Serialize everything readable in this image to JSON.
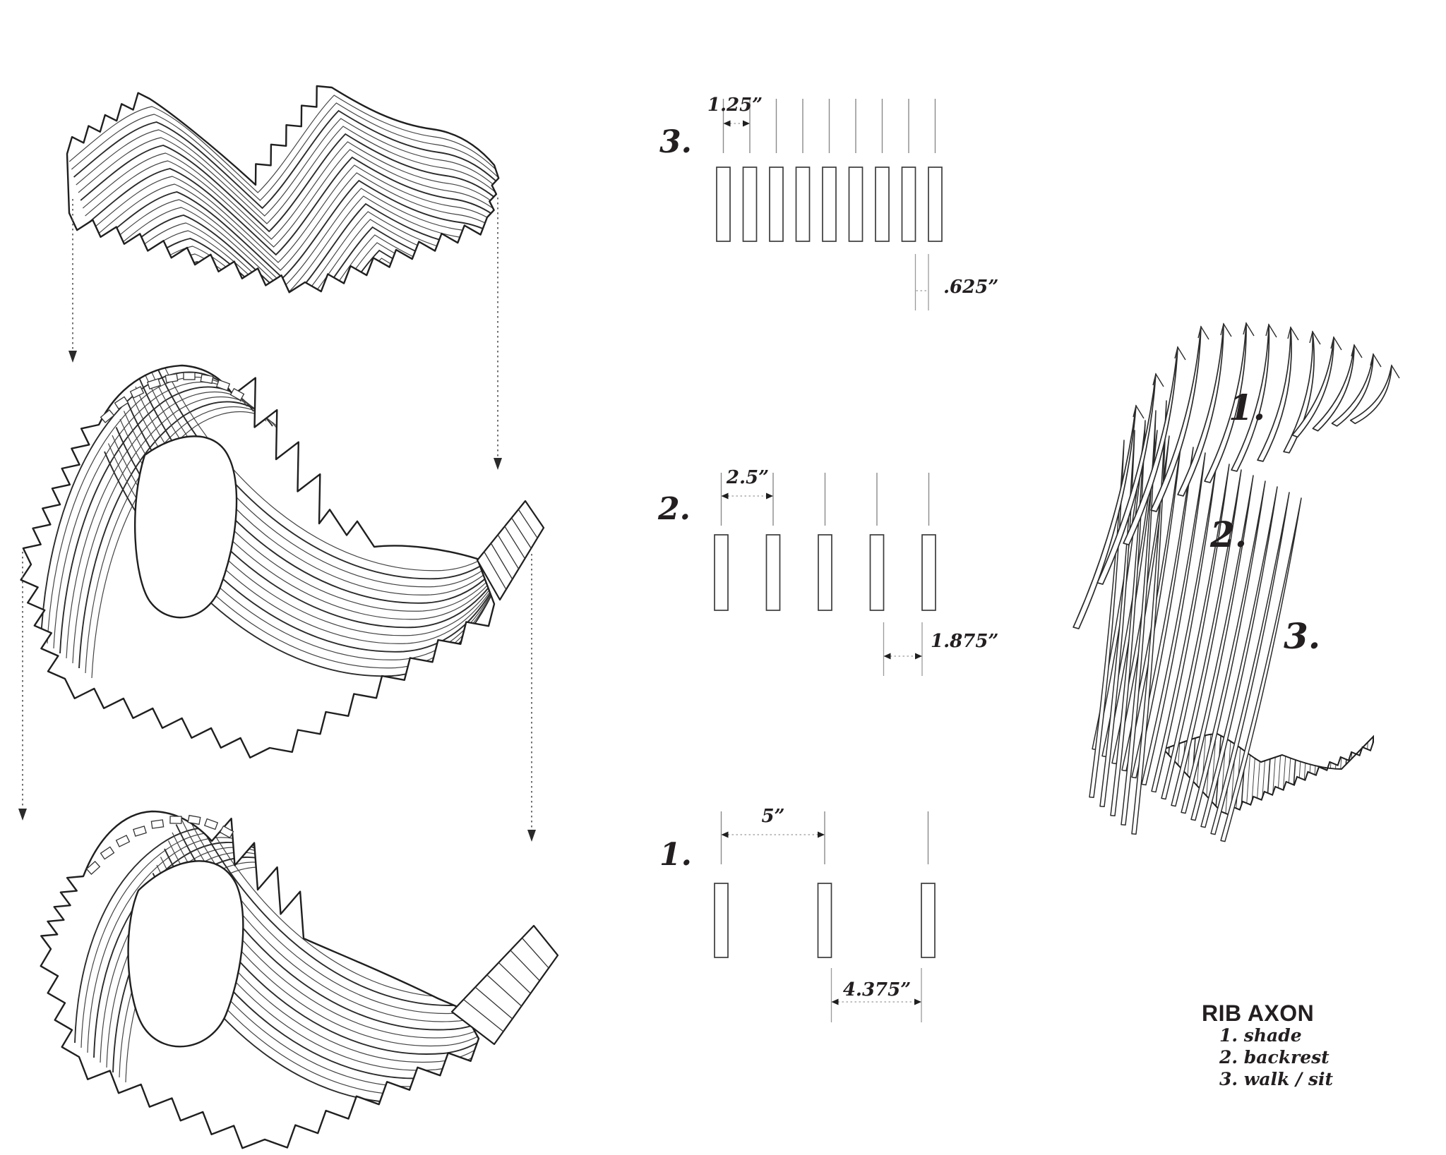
{
  "sheet": {
    "background": "#ffffff",
    "ink": "#231f20",
    "line_gray": "#8a8a8a"
  },
  "spacing_diagrams": [
    {
      "label": "3.",
      "rib_count": 9,
      "pitch_in": 1.25,
      "pitch_label": "1.25”",
      "gap_in": 0.625,
      "gap_label": ".625”"
    },
    {
      "label": "2.",
      "rib_count": 5,
      "pitch_in": 2.5,
      "pitch_label": "2.5”",
      "gap_in": 1.875,
      "gap_label": "1.875”"
    },
    {
      "label": "1.",
      "rib_count": 3,
      "pitch_in": 5,
      "pitch_label": "5”",
      "gap_in": 4.375,
      "gap_label": "4.375”"
    }
  ],
  "axon_view": {
    "labels": [
      "1.",
      "2.",
      "3."
    ]
  },
  "title_block": {
    "title": "RIB AXON",
    "legend": [
      "1. shade",
      "2. backrest",
      "3. walk / sit"
    ]
  }
}
